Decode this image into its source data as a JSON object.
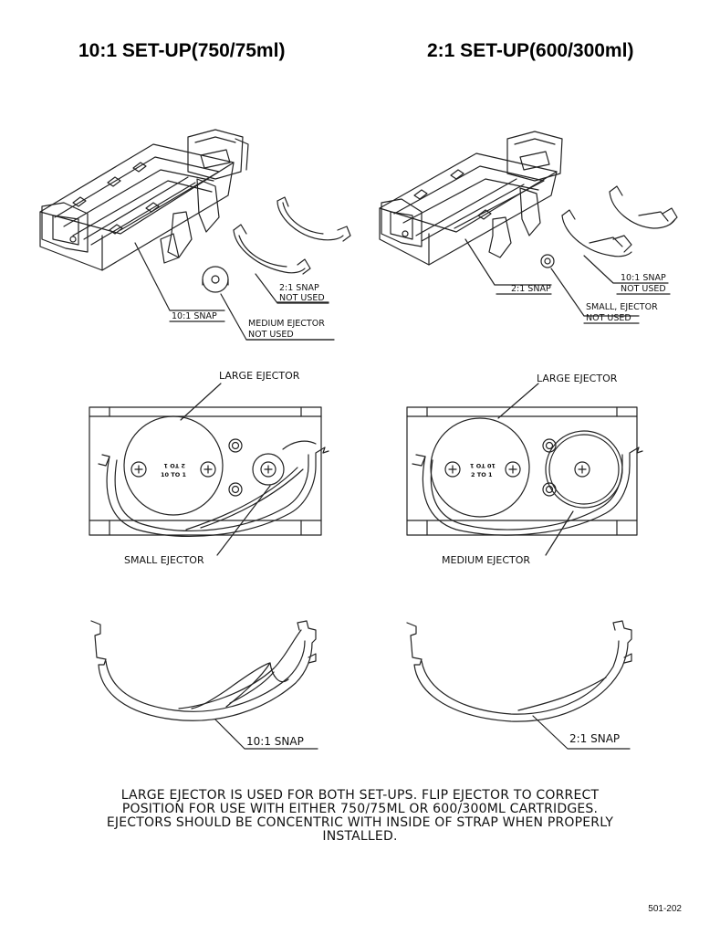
{
  "headings": {
    "left": "10:1 SET-UP(750/75ml)",
    "right": "2:1 SET-UP(600/300ml)"
  },
  "labels": {
    "left_snap": "10:1 SNAP",
    "left_21_snap_line1": "2:1 SNAP",
    "left_21_snap_line2": "NOT USED",
    "left_medium_line1": "MEDIUM EJECTOR",
    "left_medium_line2": "NOT USED",
    "right_snap": "2:1 SNAP",
    "right_101_snap_line1": "10:1 SNAP",
    "right_101_snap_line2": "NOT USED",
    "right_small_line1": "SMALL, EJECTOR",
    "right_small_line2": "NOT USED",
    "left_large_ejector": "LARGE EJECTOR",
    "right_large_ejector": "LARGE EJECTOR",
    "left_small_ejector": "SMALL EJECTOR",
    "right_medium_ejector": "MEDIUM EJECTOR",
    "left_profile_snap": "10:1 SNAP",
    "right_profile_snap": "2:1 SNAP"
  },
  "ejector_face": {
    "left_line1": "2 TO 1",
    "left_line2": "10 TO 1",
    "right_line1": "10 TO 1",
    "right_line2": "2 TO 1"
  },
  "note": {
    "line1": "LARGE EJECTOR IS USED FOR BOTH SET-UPS. FLIP EJECTOR TO CORRECT",
    "line2": "POSITION FOR USE WITH EITHER 750/75ML OR 600/300ML CARTRIDGES.",
    "line3": "EJECTORS SHOULD BE CONCENTRIC WITH INSIDE OF STRAP WHEN PROPERLY",
    "line4": "INSTALLED."
  },
  "doc_number": "501-202"
}
